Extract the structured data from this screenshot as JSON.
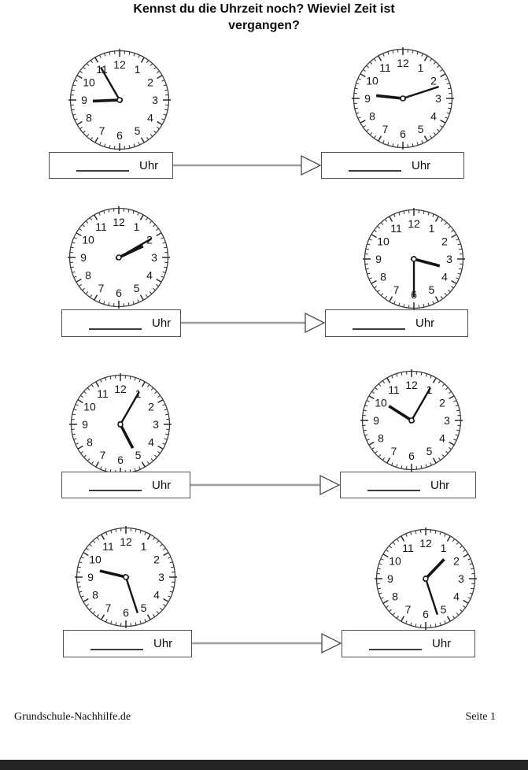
{
  "title": "Kennst du die Uhrzeit noch? Wieviel Zeit ist\nvergangen?",
  "clock_dial_numbers": [
    "1",
    "2",
    "3",
    "4",
    "5",
    "6",
    "7",
    "8",
    "9",
    "10",
    "11",
    "12"
  ],
  "answer_box": {
    "unit_label": "Uhr"
  },
  "rows": [
    {
      "start_time": {
        "hour": 8,
        "minute": 55
      },
      "end_time": {
        "hour": 9,
        "minute": 12
      }
    },
    {
      "start_time": {
        "hour": 2,
        "minute": 10
      },
      "end_time": {
        "hour": 3,
        "minute": 30
      }
    },
    {
      "start_time": {
        "hour": 5,
        "minute": 5
      },
      "end_time": {
        "hour": 10,
        "minute": 5
      }
    },
    {
      "start_time": {
        "hour": 9,
        "minute": 27
      },
      "end_time": {
        "hour": 1,
        "minute": 27
      }
    }
  ],
  "footer": {
    "site": "Grundschule-Nachhilfe.de",
    "page_label": "Seite 1"
  },
  "colors": {
    "ink": "#141414",
    "dial_ring": "#3d3d3d",
    "arrow_shaft": "#9d9d9d",
    "arrow_head_outline": "#4c4c4c",
    "bottom_bar": "#242424"
  }
}
